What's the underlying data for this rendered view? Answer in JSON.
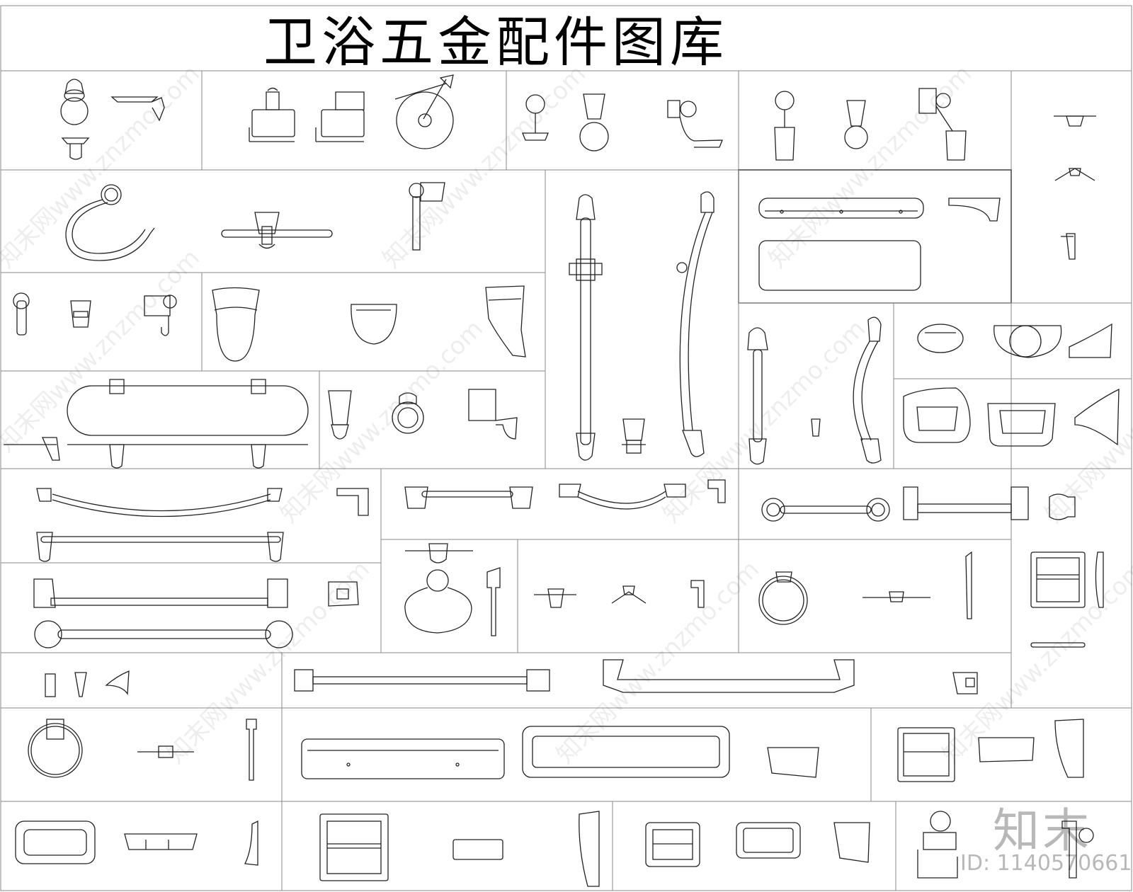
{
  "sheet": {
    "title": "卫浴五金配件图库",
    "watermark_text": "知末网www.znzmo.com",
    "logo_text": "知末",
    "id_label": "ID: 1140570661"
  },
  "colors": {
    "line": "#222222",
    "grid": "#8a8a8a",
    "background": "#ffffff"
  },
  "icons": [
    "soap-dish-icon",
    "tumbler-holder-icon",
    "toilet-paper-holder-icon",
    "towel-ring-icon",
    "robe-hook-icon",
    "towel-bar-icon",
    "glass-shelf-icon",
    "shower-slide-bar-icon",
    "grab-bar-icon",
    "recessed-paper-holder-icon",
    "corner-basket-icon"
  ]
}
